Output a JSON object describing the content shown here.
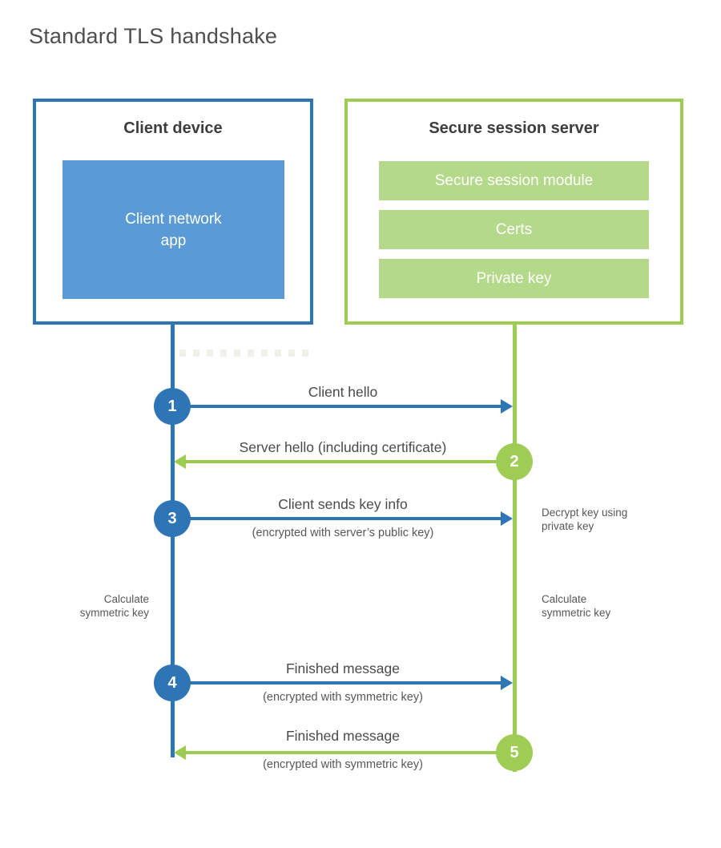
{
  "title": "Standard TLS handshake",
  "colors": {
    "blue": "#2e75b6",
    "light_blue": "#5b9bd5",
    "green": "#9ccc52",
    "light_green": "#b5d98a"
  },
  "client": {
    "title": "Client device",
    "app_label": "Client network\napp"
  },
  "server": {
    "title": "Secure session server",
    "modules": [
      "Secure session module",
      "Certs",
      "Private key"
    ]
  },
  "steps": [
    {
      "num": "1",
      "label": "Client hello",
      "sublabel": "",
      "direction": "right",
      "color": "blue"
    },
    {
      "num": "2",
      "label": "Server hello (including certificate)",
      "sublabel": "",
      "direction": "left",
      "color": "green"
    },
    {
      "num": "3",
      "label": "Client sends key info",
      "sublabel": "(encrypted with server’s public key)",
      "direction": "right",
      "color": "blue"
    },
    {
      "num": "4",
      "label": "Finished message",
      "sublabel": "(encrypted with symmetric key)",
      "direction": "right",
      "color": "blue"
    },
    {
      "num": "5",
      "label": "Finished message",
      "sublabel": "(encrypted with symmetric key)",
      "direction": "left",
      "color": "green"
    }
  ],
  "notes": {
    "decrypt": "Decrypt key using\nprivate key",
    "calculate_left": "Calculate\nsymmetric key",
    "calculate_right": "Calculate\nsymmetric key"
  }
}
